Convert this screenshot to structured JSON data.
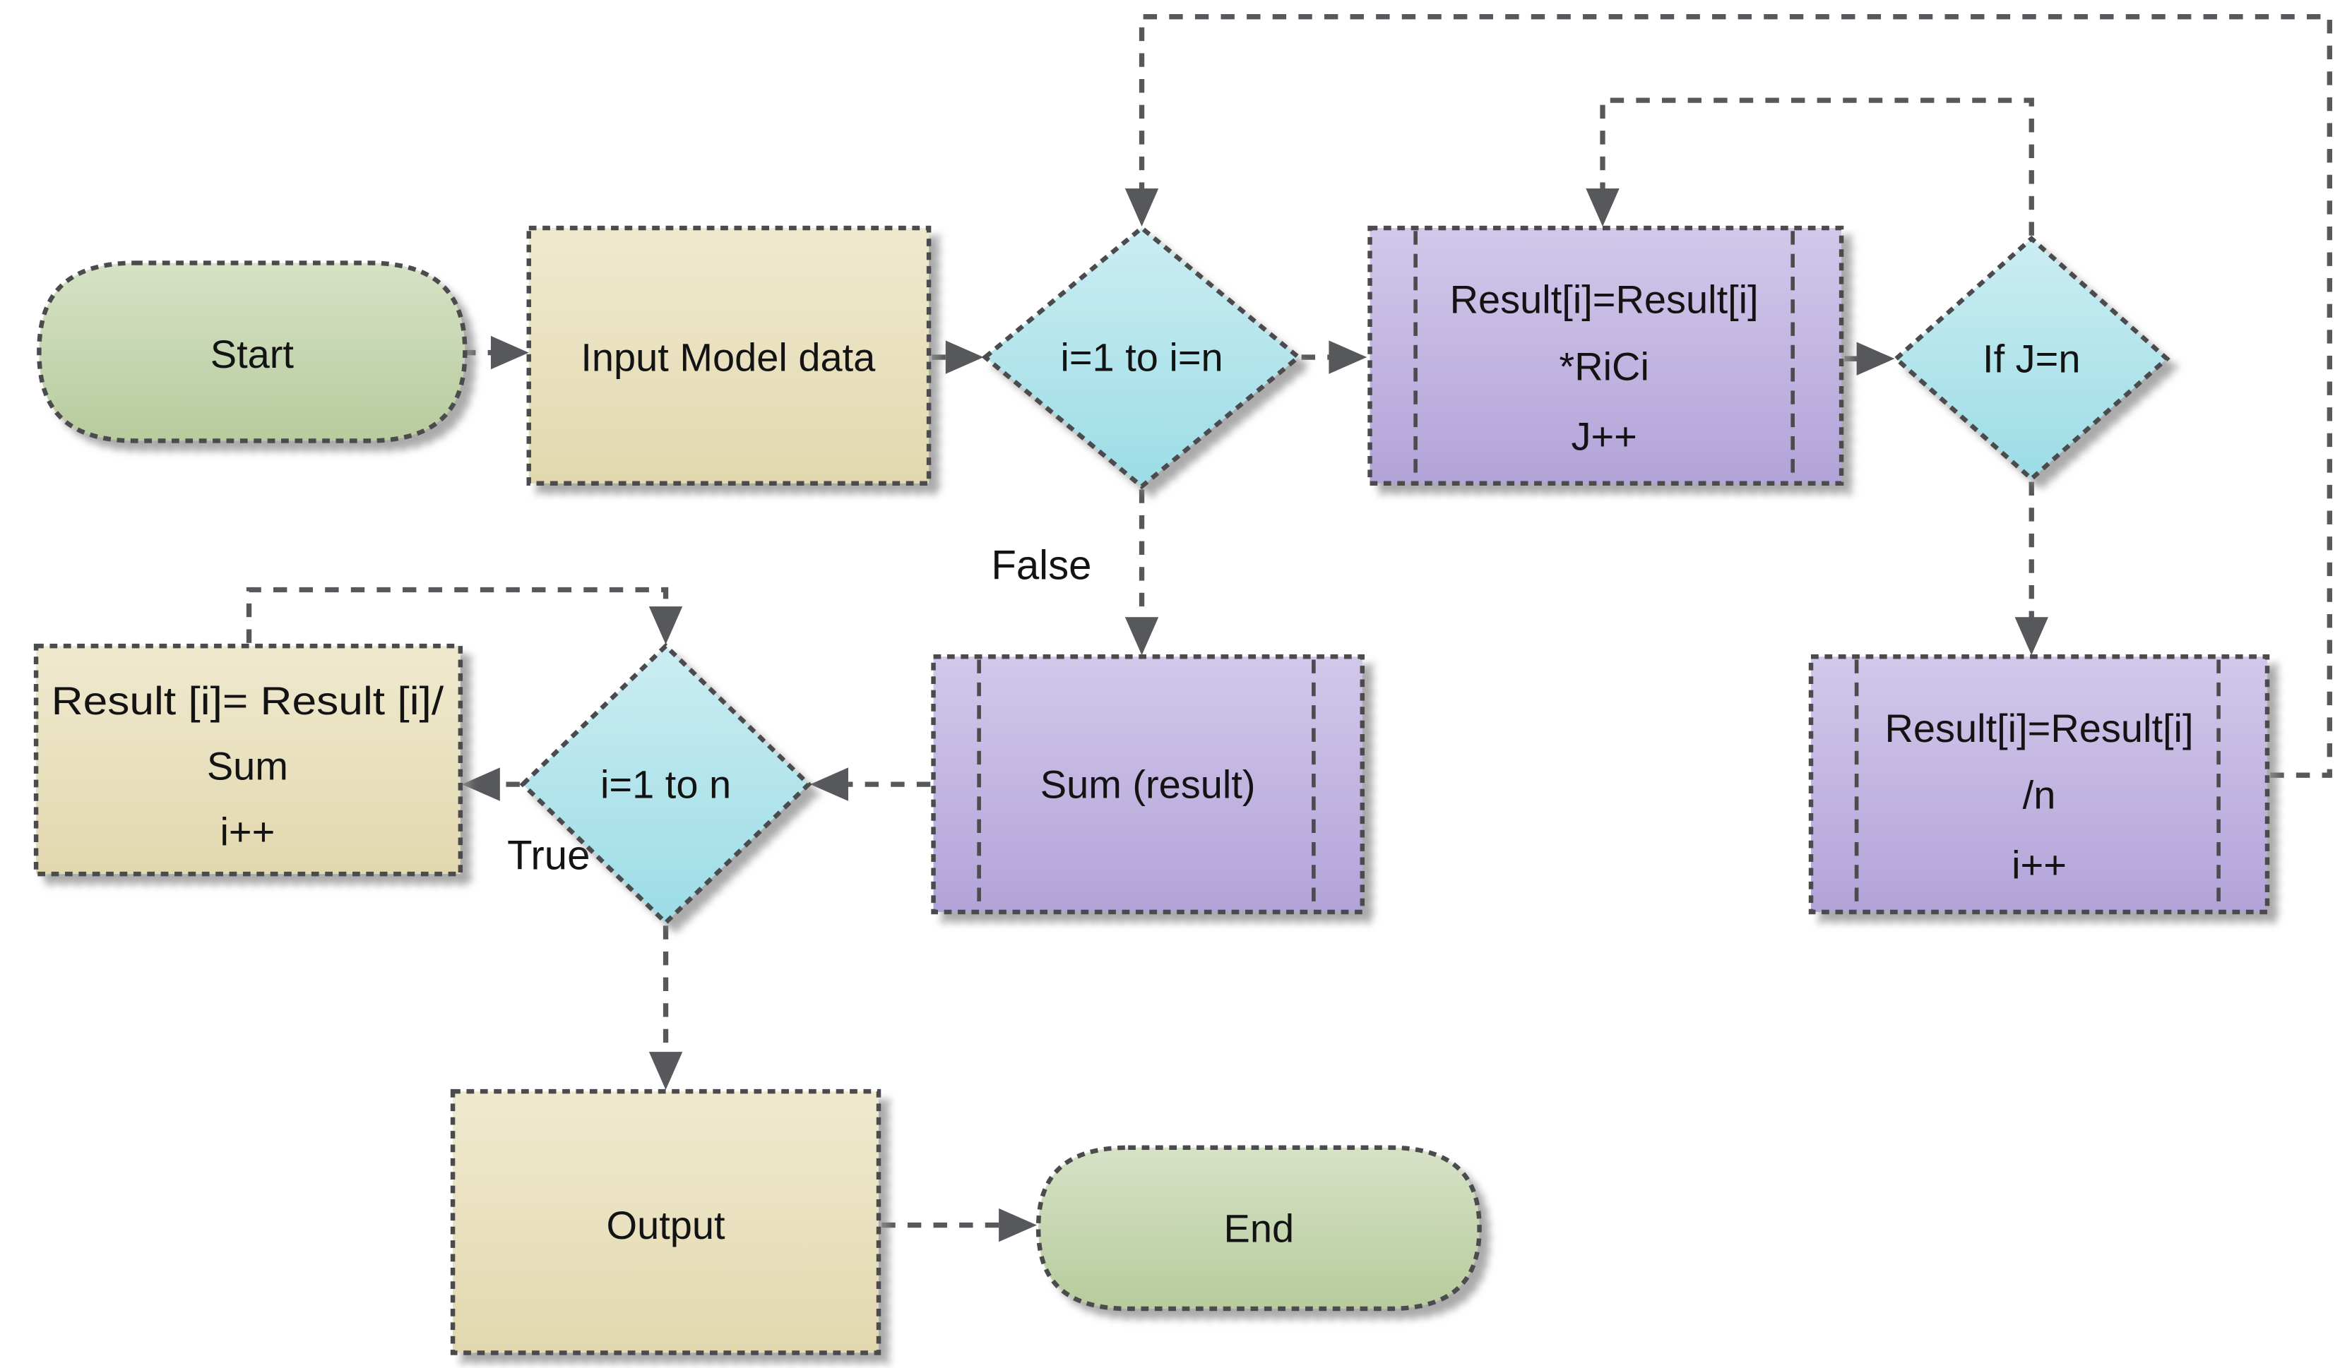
{
  "diagram": {
    "kind": "flowchart",
    "nodes": {
      "start": {
        "shape": "terminator",
        "label": "Start"
      },
      "input": {
        "shape": "process",
        "label": "Input Model data"
      },
      "loop_i": {
        "shape": "decision",
        "label": "i=1 to i=n"
      },
      "multiply": {
        "shape": "predefined-process",
        "lines": [
          "Result[i]=Result[i]",
          "*RiCi",
          "J++"
        ]
      },
      "check_j": {
        "shape": "decision",
        "label": "If J=n"
      },
      "divide_n": {
        "shape": "predefined-process",
        "lines": [
          "Result[i]=Result[i]",
          "/n",
          "i++"
        ]
      },
      "sum": {
        "shape": "predefined-process",
        "label": "Sum (result)"
      },
      "loop_i2": {
        "shape": "decision",
        "label": "i=1 to n"
      },
      "divide_sum": {
        "shape": "process",
        "lines": [
          "Result [i]= Result [i]/",
          "Sum",
          "i++"
        ]
      },
      "output": {
        "shape": "process",
        "label": "Output"
      },
      "end": {
        "shape": "terminator",
        "label": "End"
      }
    },
    "edge_labels": {
      "false_branch": "False",
      "true_branch": "True"
    },
    "colors": {
      "terminator_top": "#d7e2c6",
      "terminator_bottom": "#b7cb9d",
      "process_top": "#efe9cf",
      "process_bottom": "#e2d8af",
      "decision_top": "#cbedf2",
      "decision_bottom": "#9cdce6",
      "predefined_top": "#d2c8ea",
      "predefined_bottom": "#b2a3d8",
      "line": "#57585b",
      "shape_border": "#4c4c4e",
      "text": "#131313",
      "background": "#ffffff"
    }
  }
}
